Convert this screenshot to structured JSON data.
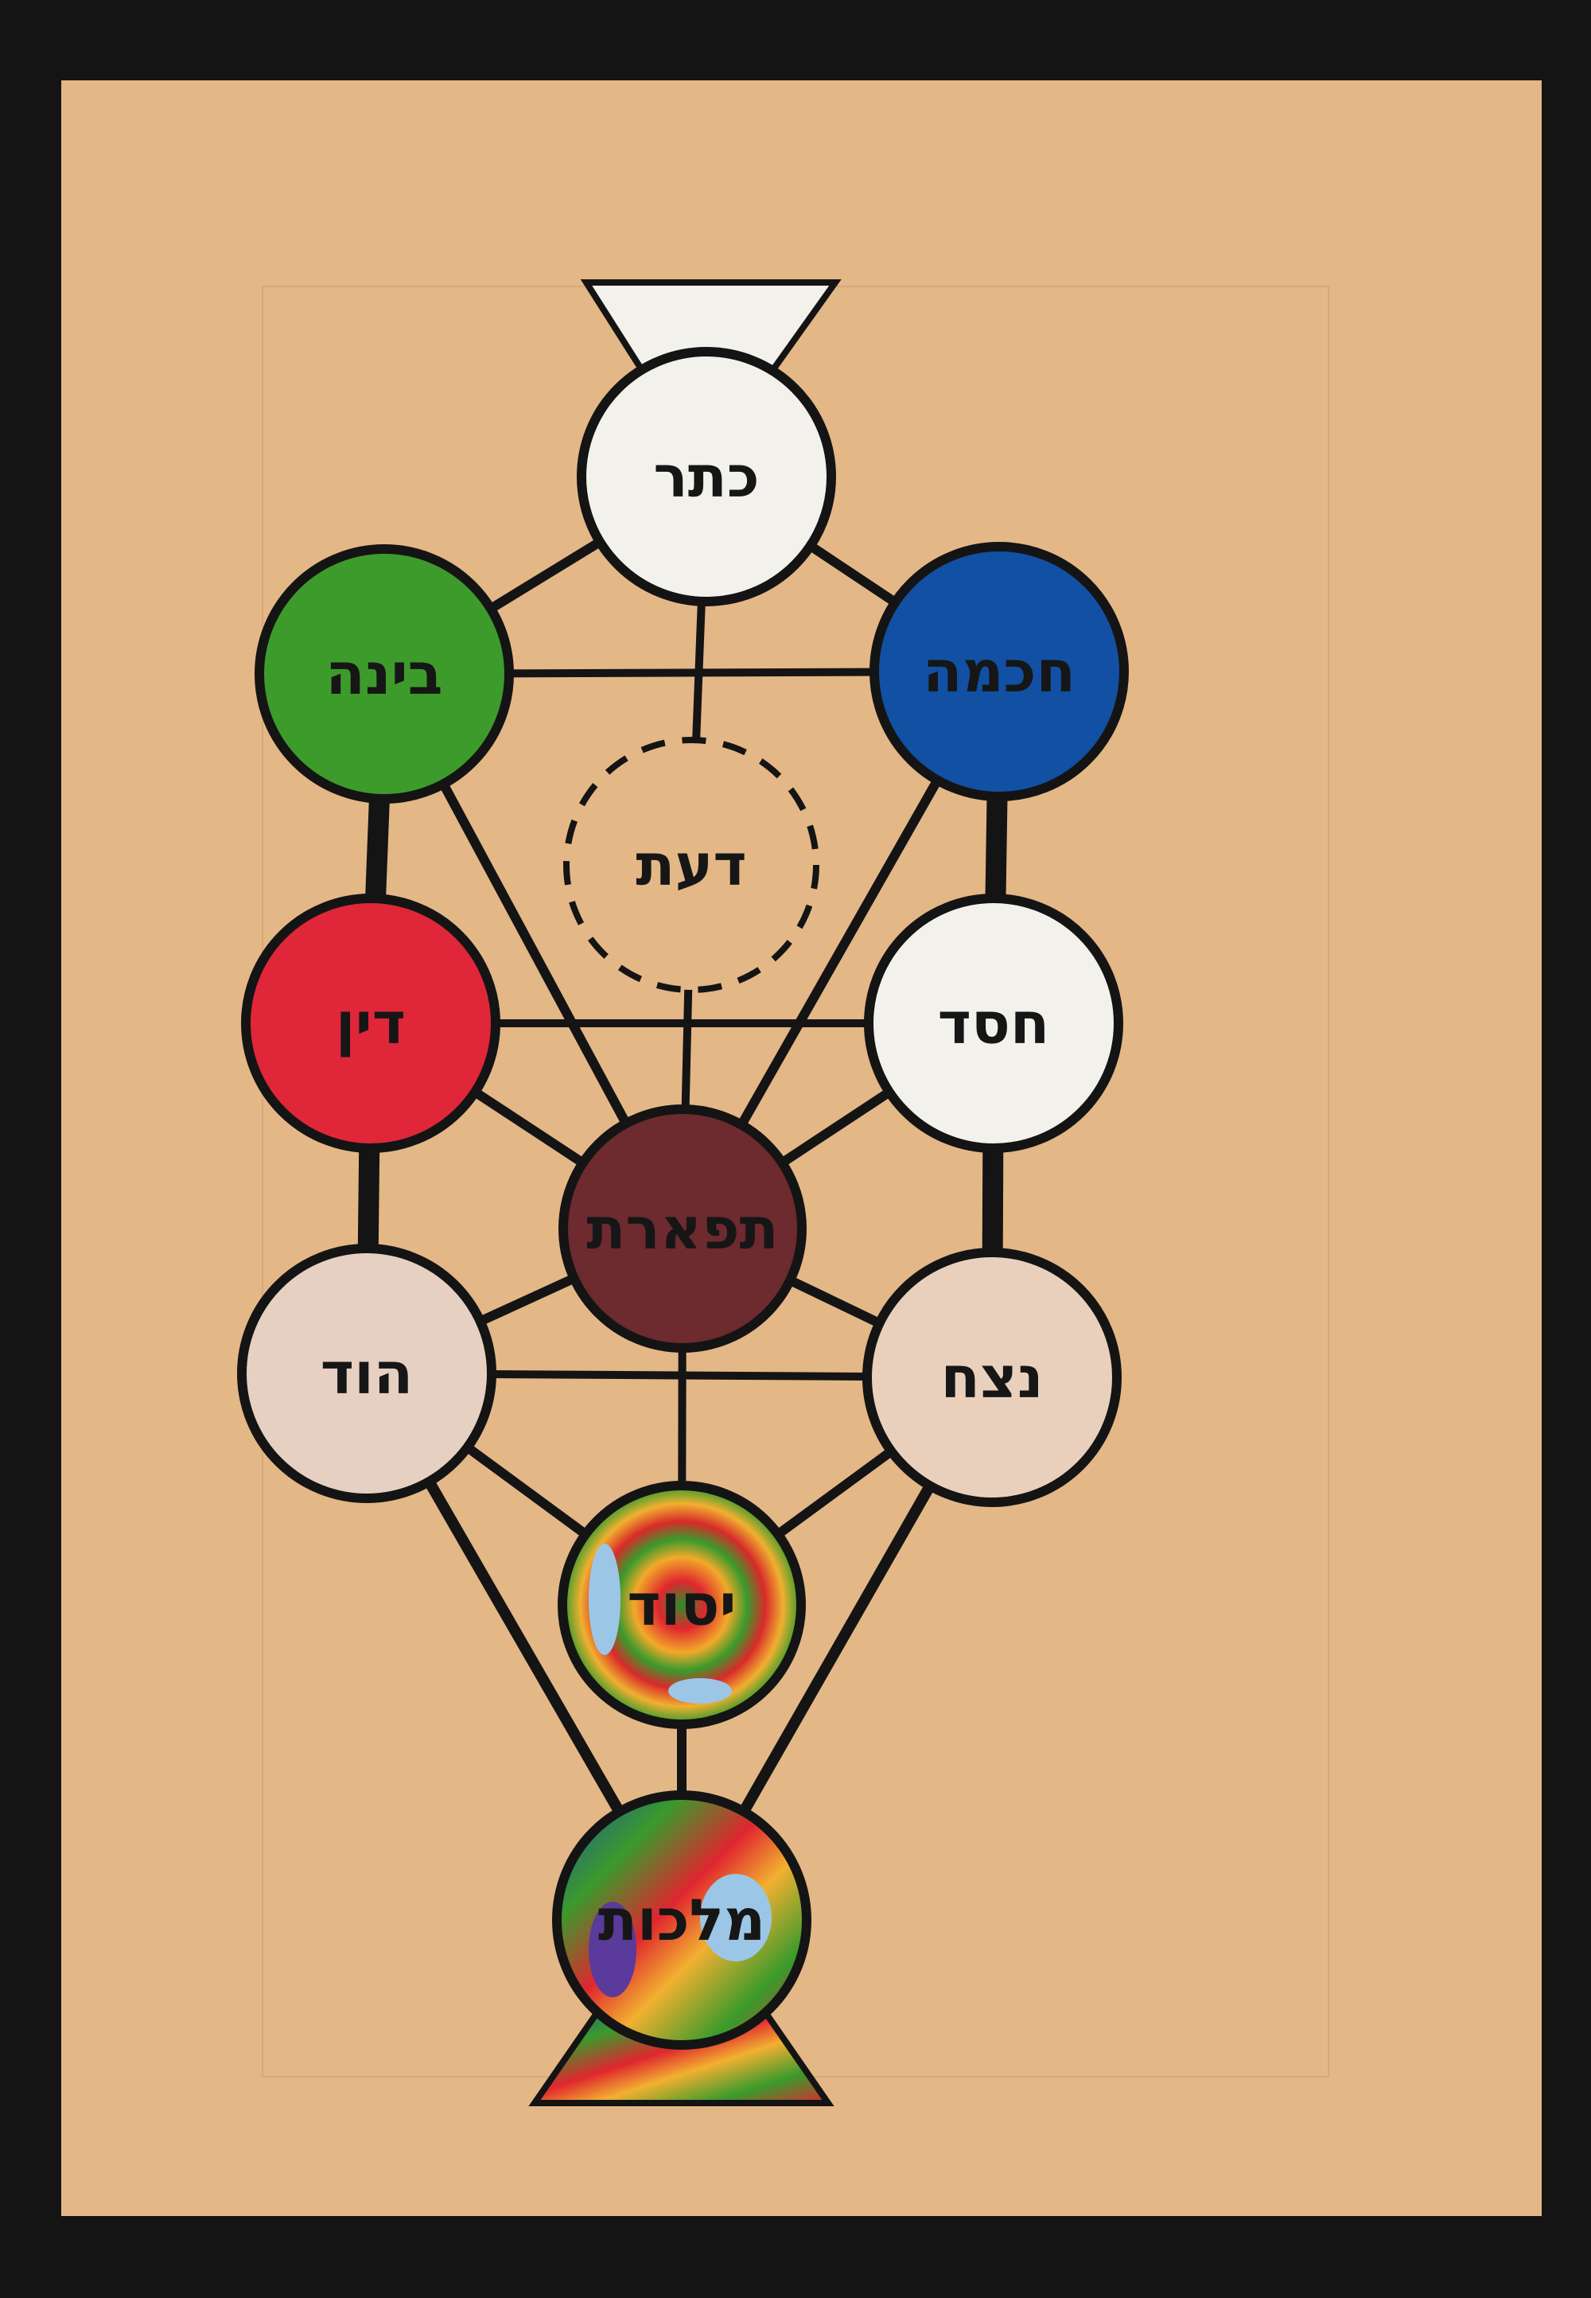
{
  "title": "Tree of Life (Sefirot)",
  "colors": {
    "background": "#141414",
    "paper": "#e4b787",
    "outline": "#141414",
    "keter": "#f3f1ec",
    "binah": "#3d9b2c",
    "chokhmah": "#1150a3",
    "din": "#e02639",
    "chesed": "#f3f1ec",
    "tiferet": "#6d2a2f",
    "hod": "#e6d0c2",
    "netzach": "#e9d0bd"
  },
  "sefirot": {
    "keter": "כתר",
    "binah": "בינה",
    "chokhmah": "חכמה",
    "daat": "דעת",
    "din": "דין",
    "chesed": "חסד",
    "tiferet": "תפארת",
    "hod": "הוד",
    "netzach": "נצח",
    "yesod": "יסוד",
    "malkhut": "מלכות"
  }
}
